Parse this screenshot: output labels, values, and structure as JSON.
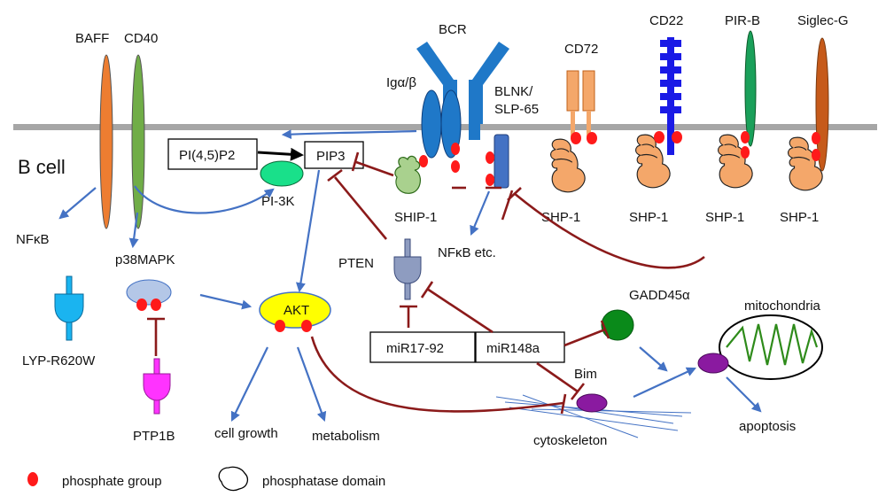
{
  "colors": {
    "membrane": "#a6a6a6",
    "activation": "#4472c4",
    "inhibition": "#8b1a1a",
    "phosphate": "#ff1a1a",
    "shp1": "#f4a76a",
    "baff": "#ed7d31",
    "cd40": "#70ad47",
    "bcr": "#1f78c8",
    "cd72": "#f4a76a",
    "cd22": "#1a1ae6",
    "pirb": "#1aa05a",
    "siglecg": "#c65a1a",
    "akt": "#ffff00",
    "pi3k": "#19e08a",
    "gadd45": "#0a8a1a",
    "bim": "#8a1aa0",
    "ptp1b": "#ff33ff",
    "lyp": "#1ab4f0",
    "pten": "#8e9cc0",
    "p38": "#b4c7e7"
  },
  "cell_label": "B cell",
  "receptors": {
    "baff": "BAFF",
    "cd40": "CD40",
    "bcr": "BCR",
    "iga": "Igα/β",
    "blnk": "BLNK/\nSLP-65",
    "cd72": "CD72",
    "cd22": "CD22",
    "pirb": "PIR-B",
    "siglecg": "Siglec-G"
  },
  "molecules": {
    "pip2": "PI(4,5)P2",
    "pip3": "PIP3",
    "pi3k": "PI-3K",
    "ship1": "SHIP-1",
    "shp1": "SHP-1",
    "nfkb": "NFκB",
    "nfkb_etc": "NFκB etc.",
    "p38mapk": "p38MAPK",
    "pten": "PTEN",
    "akt": "AKT",
    "lyp": "LYP-R620W",
    "ptp1b": "PTP1B",
    "mir17": "miR17-92",
    "mir148": "miR148a",
    "gadd45": "GADD45α",
    "mitochondria": "mitochondria",
    "bim": "Bim",
    "cytoskeleton": "cytoskeleton",
    "cell_growth": "cell growth",
    "metabolism": "metabolism",
    "apoptosis": "apoptosis"
  },
  "legend": {
    "phosphate": "phosphate group",
    "phosphatase": "phosphatase domain"
  }
}
